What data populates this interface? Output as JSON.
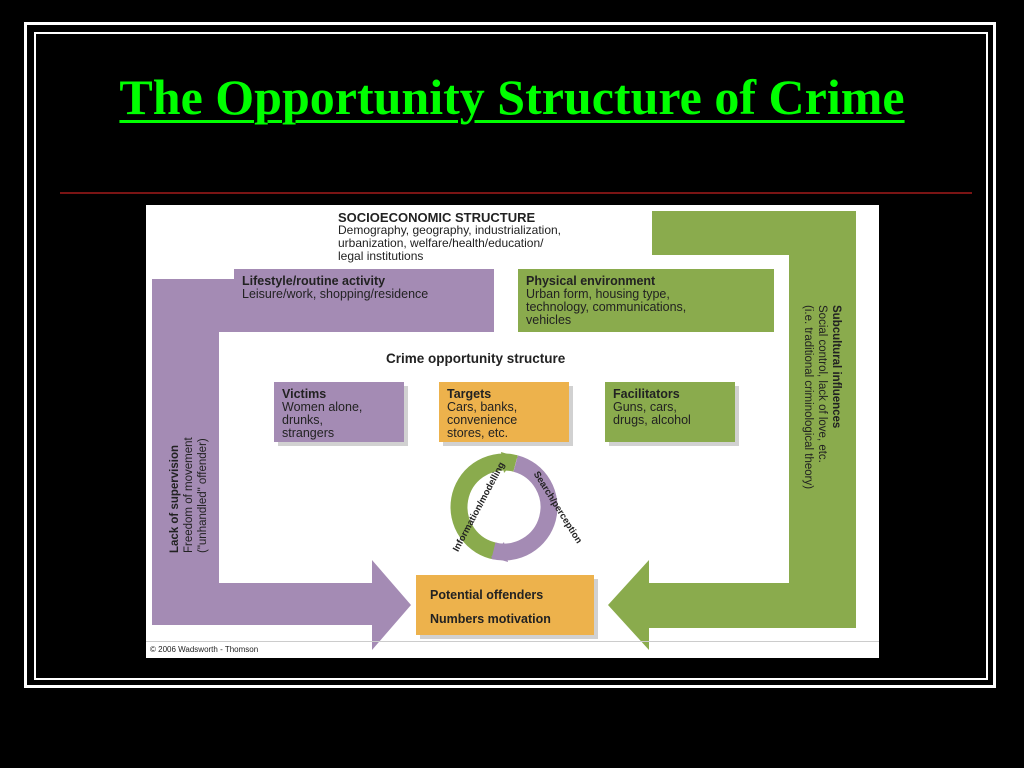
{
  "slide": {
    "title": "The Opportunity Structure of Crime"
  },
  "diagram": {
    "socioeconomic": {
      "heading": "SOCIOECONOMIC STRUCTURE",
      "lines": [
        "Demography, geography, industrialization,",
        "urbanization, welfare/health/education/",
        "legal institutions"
      ]
    },
    "lifestyle": {
      "heading": "Lifestyle/routine activity",
      "lines": [
        "Leisure/work, shopping/residence"
      ]
    },
    "physical": {
      "heading": "Physical environment",
      "lines": [
        "Urban form, housing type,",
        "technology, communications,",
        "vehicles"
      ]
    },
    "center_title": "Crime opportunity structure",
    "victims": {
      "heading": "Victims",
      "lines": [
        "Women alone,",
        "drunks,",
        "strangers"
      ]
    },
    "targets": {
      "heading": "Targets",
      "lines": [
        "Cars, banks,",
        "convenience",
        "stores, etc."
      ]
    },
    "facilitators": {
      "heading": "Facilitators",
      "lines": [
        "Guns, cars,",
        "drugs, alcohol"
      ]
    },
    "cycle": {
      "left_label": "Information/modelling",
      "right_label": "Search/perception"
    },
    "offenders": {
      "line1": "Potential offenders",
      "line2": "Numbers motivation"
    },
    "supervision": {
      "heading": "Lack of supervision",
      "lines": [
        "Freedom of movement",
        "(\"unhandled\" offender)"
      ]
    },
    "subcultural": {
      "heading": "Subcultural influences",
      "lines": [
        "Social control, lack of love, etc.",
        "(i.e. traditional criminological theory)"
      ]
    },
    "copyright": "© 2006 Wadsworth - Thomson",
    "colors": {
      "purple": "#a48bb4",
      "green": "#8aab4d",
      "orange": "#edb24c",
      "title_green": "#00ff00"
    }
  }
}
